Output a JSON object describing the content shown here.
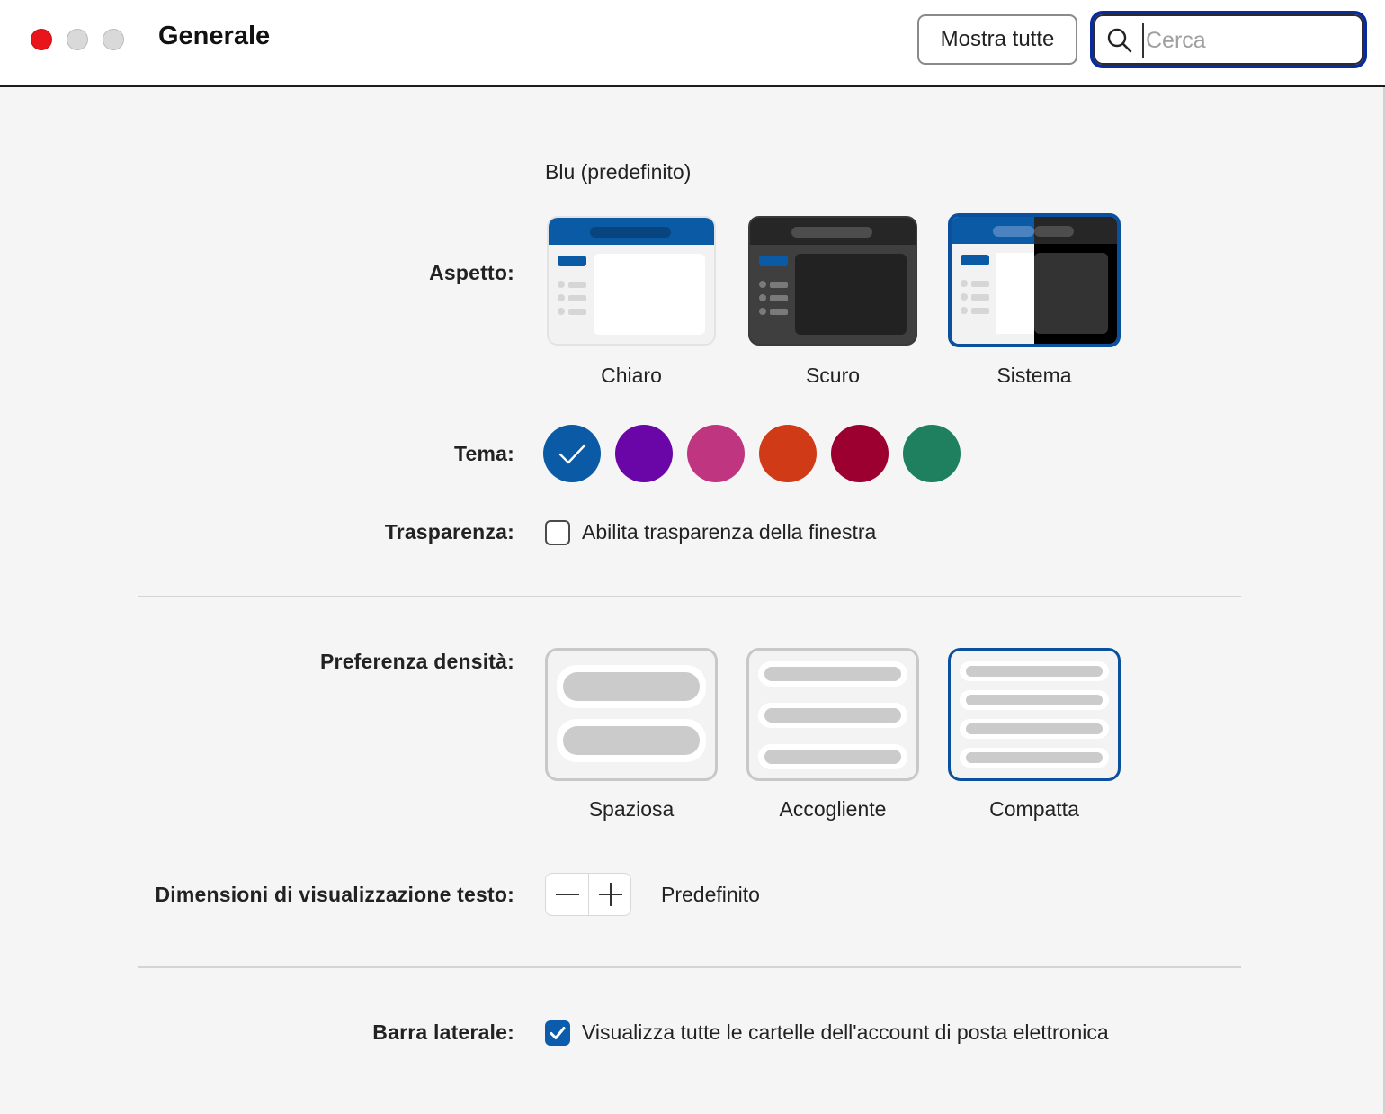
{
  "window": {
    "title": "Generale",
    "show_all_label": "Mostra tutte",
    "search_placeholder": "Cerca"
  },
  "appearance": {
    "label": "Aspetto:",
    "current_theme_name": "Blu (predefinito)",
    "options": [
      {
        "label": "Chiaro",
        "selected": false
      },
      {
        "label": "Scuro",
        "selected": false
      },
      {
        "label": "Sistema",
        "selected": true
      }
    ]
  },
  "theme": {
    "label": "Tema:",
    "colors": [
      {
        "hex": "#0b5aa6",
        "selected": true
      },
      {
        "hex": "#6a06a8",
        "selected": false
      },
      {
        "hex": "#c03580",
        "selected": false
      },
      {
        "hex": "#d03a16",
        "selected": false
      },
      {
        "hex": "#9c0030",
        "selected": false
      },
      {
        "hex": "#1f8060",
        "selected": false
      }
    ]
  },
  "transparency": {
    "label": "Trasparenza:",
    "option_label": "Abilita trasparenza della finestra",
    "checked": false
  },
  "density": {
    "label": "Preferenza densità:",
    "options": [
      {
        "label": "Spaziosa",
        "selected": false
      },
      {
        "label": "Accogliente",
        "selected": false
      },
      {
        "label": "Compatta",
        "selected": true
      }
    ]
  },
  "text_size": {
    "label": "Dimensioni di visualizzazione testo:",
    "value": "Predefinito"
  },
  "sidebar": {
    "label": "Barra laterale:",
    "option_label": "Visualizza tutte le cartelle dell'account di posta elettronica",
    "checked": true
  },
  "colors": {
    "accent": "#0b5aa6",
    "focus_ring": "#0a2aa0",
    "close_button": "#e8161b"
  }
}
